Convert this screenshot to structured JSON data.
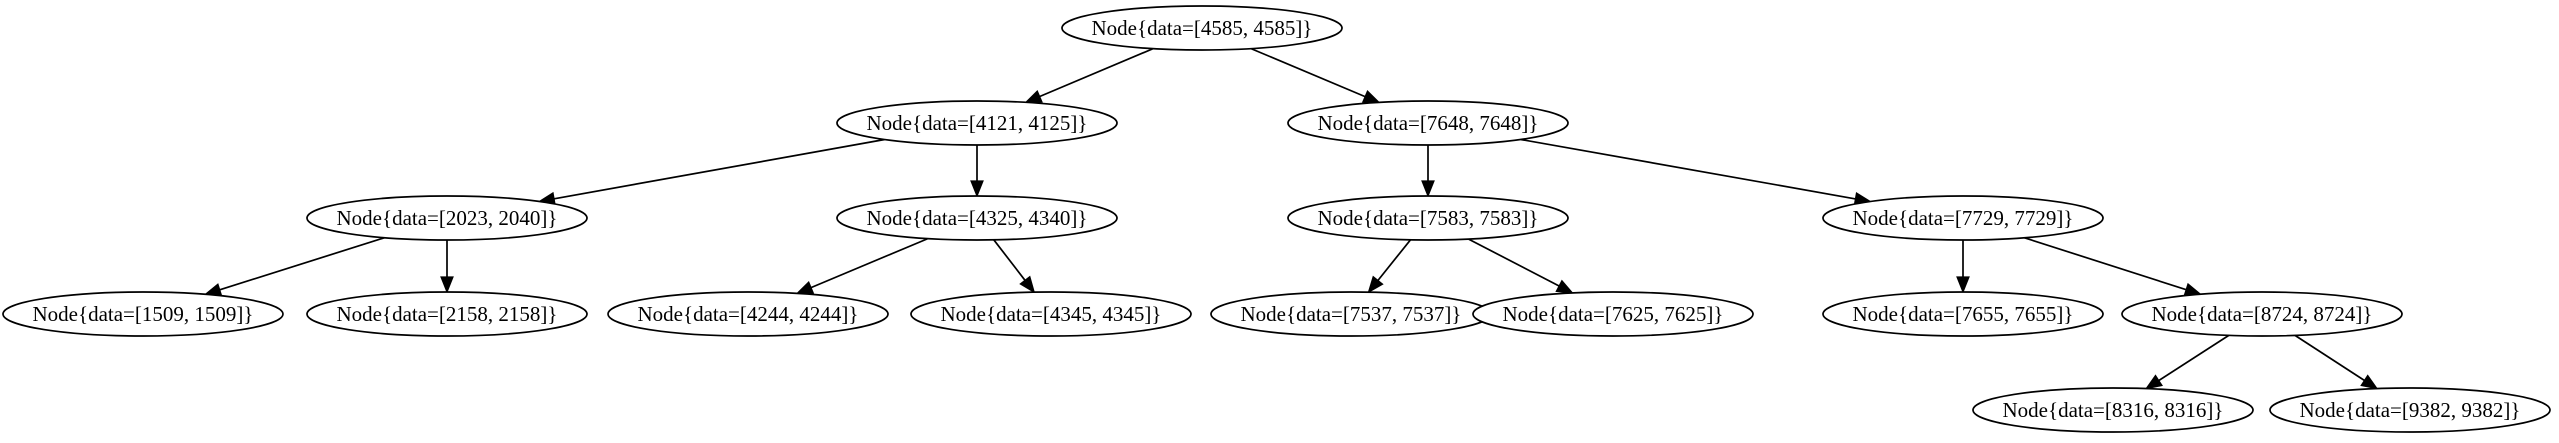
{
  "diagram": {
    "type": "tree",
    "nodes": [
      {
        "id": "n4585",
        "label": "Node{data=[4585, 4585]}"
      },
      {
        "id": "n4121",
        "label": "Node{data=[4121, 4125]}"
      },
      {
        "id": "n7648",
        "label": "Node{data=[7648, 7648]}"
      },
      {
        "id": "n2023",
        "label": "Node{data=[2023, 2040]}"
      },
      {
        "id": "n4325",
        "label": "Node{data=[4325, 4340]}"
      },
      {
        "id": "n7583",
        "label": "Node{data=[7583, 7583]}"
      },
      {
        "id": "n7729",
        "label": "Node{data=[7729, 7729]}"
      },
      {
        "id": "n1509",
        "label": "Node{data=[1509, 1509]}"
      },
      {
        "id": "n2158",
        "label": "Node{data=[2158, 2158]}"
      },
      {
        "id": "n4244",
        "label": "Node{data=[4244, 4244]}"
      },
      {
        "id": "n4345",
        "label": "Node{data=[4345, 4345]}"
      },
      {
        "id": "n7537",
        "label": "Node{data=[7537, 7537]}"
      },
      {
        "id": "n7625",
        "label": "Node{data=[7625, 7625]}"
      },
      {
        "id": "n7655",
        "label": "Node{data=[7655, 7655]}"
      },
      {
        "id": "n8724",
        "label": "Node{data=[8724, 8724]}"
      },
      {
        "id": "n8316",
        "label": "Node{data=[8316, 8316]}"
      },
      {
        "id": "n9382",
        "label": "Node{data=[9382, 9382]}"
      }
    ],
    "edges": [
      {
        "from": "n4585",
        "to": "n4121"
      },
      {
        "from": "n4585",
        "to": "n7648"
      },
      {
        "from": "n4121",
        "to": "n2023"
      },
      {
        "from": "n4121",
        "to": "n4325"
      },
      {
        "from": "n2023",
        "to": "n1509"
      },
      {
        "from": "n2023",
        "to": "n2158"
      },
      {
        "from": "n4325",
        "to": "n4244"
      },
      {
        "from": "n4325",
        "to": "n4345"
      },
      {
        "from": "n7648",
        "to": "n7583"
      },
      {
        "from": "n7648",
        "to": "n7729"
      },
      {
        "from": "n7583",
        "to": "n7537"
      },
      {
        "from": "n7583",
        "to": "n7625"
      },
      {
        "from": "n7729",
        "to": "n7655"
      },
      {
        "from": "n7729",
        "to": "n8724"
      },
      {
        "from": "n8724",
        "to": "n8316"
      },
      {
        "from": "n8724",
        "to": "n9382"
      }
    ]
  }
}
